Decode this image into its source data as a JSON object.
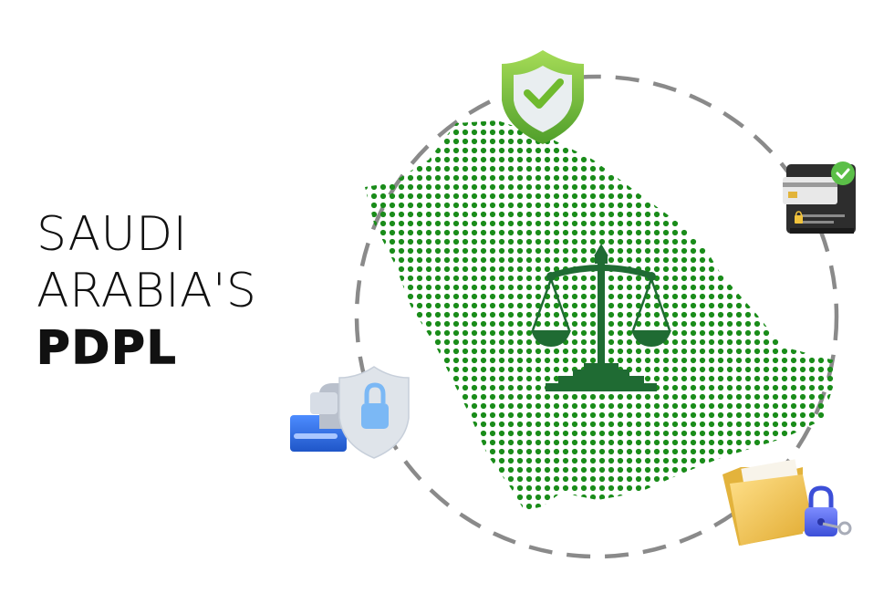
{
  "headline": {
    "line1": "SAUDI",
    "line2": "ARABIA'S",
    "line3": "PDPL"
  },
  "colors": {
    "map_dot": "#1a8c1a",
    "scale": "#1f6b33",
    "ring": "#8a8a8a",
    "shield_green": "#7cc33a",
    "folder": "#f2c94c",
    "lock_blue": "#5b6ef0",
    "server_blue": "#2f6fe0"
  },
  "icons": {
    "top": "shield-check-icon",
    "right": "secure-card-terminal-icon",
    "left": "server-shield-lock-icon",
    "bottom_right": "locked-folder-icon",
    "center": "scales-of-justice-icon"
  }
}
